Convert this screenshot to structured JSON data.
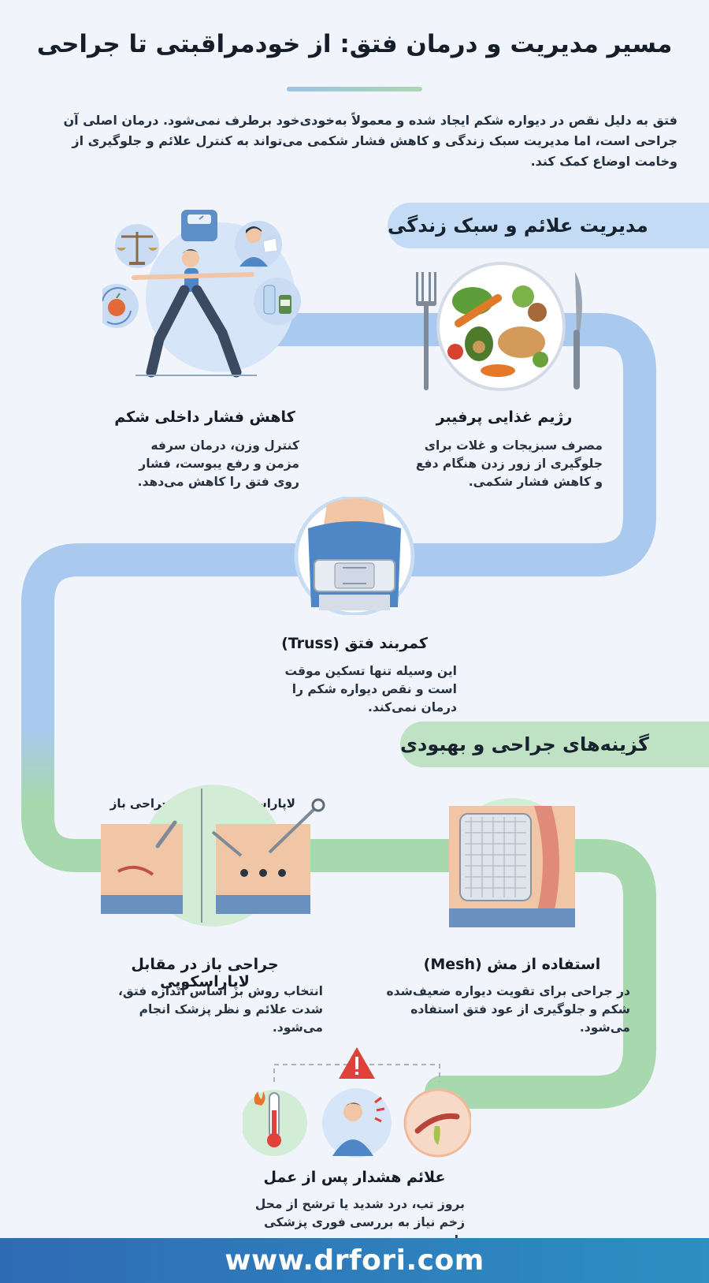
{
  "header": {
    "title": "مسیر مدیریت و درمان فتق: از خودمراقبتی تا جراحی",
    "intro": "فتق به دلیل نقص در دیواره شکم ایجاد شده و معمولاً به‌خودی‌خود برطرف نمی‌شود. درمان اصلی آن جراحی است، اما مدیریت سبک زندگی و کاهش فشار شکمی می‌تواند به کنترل علائم و جلوگیری از وخامت اوضاع کمک کند."
  },
  "sections": {
    "lifestyle": "مدیریت علائم و سبک زندگی",
    "surgery": "گزینه‌های جراحی و بهبودی"
  },
  "cards": {
    "diet": {
      "title": "رژیم غذایی پرفیبر",
      "desc": "مصرف سبزیجات و غلات برای جلوگیری از زور زدن هنگام دفع و کاهش فشار شکمی."
    },
    "pressure": {
      "title": "کاهش فشار داخلی شکم",
      "desc": "کنترل وزن، درمان سرفه مزمن و رفع یبوست، فشار روی فتق را کاهش می‌دهد."
    },
    "truss": {
      "title": "کمربند فتق (Truss)",
      "desc": "این وسیله تنها تسکین موقت است و نقص دیواره شکم را درمان نمی‌کند."
    },
    "mesh": {
      "title": "استفاده از مش (Mesh)",
      "desc": "در جراحی برای تقویت دیواره ضعیف‌شده شکم و جلوگیری از عود فتق استفاده می‌شود."
    },
    "openlap": {
      "title": "جراحی باز در مقابل لاپاراسکوپی",
      "desc": "انتخاب روش بر اساس اندازه فتق، شدت علائم و نظر پزشک انجام می‌شود.",
      "label_open": "جراحی باز",
      "label_lap": "لاپاراسکوپی"
    },
    "warning": {
      "title": "علائم هشدار پس از عمل",
      "desc": "بروز تب، درد شدید یا ترشح از محل زخم نیاز به بررسی فوری پزشکی دارد."
    }
  },
  "footer": {
    "url": "www.drfori.com"
  },
  "colors": {
    "blue_path": "#a9c9ee",
    "green_path": "#a8d9ae",
    "footer_bg": "#2f6bb5",
    "warning_red": "#e0413a"
  }
}
